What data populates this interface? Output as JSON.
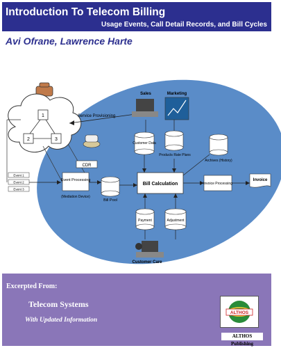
{
  "header": {
    "title": "Introduction To Telecom Billing",
    "subtitle": "Usage Events, Call Detail Records, and Bill Cycles"
  },
  "authors": "Avi Ofrane, Lawrence Harte",
  "diagram": {
    "labels": {
      "sales": "Sales",
      "marketing": "Marketing",
      "service_provisioning": "Service Provisioning",
      "customer_data": "Customer Data",
      "products_rate_plans": "Products Rate Plans",
      "archives": "Archives (History)",
      "cdr": "CDR",
      "event_processing": "Event Processing",
      "mediation": "(Mediation Device)",
      "bill_pool": "Bill Pool",
      "bill_calculation": "Bill Calculation",
      "invoice_processing": "Invoice Processing",
      "invoice": "Invoice",
      "payment": "Payment",
      "adjustment": "Adjustment",
      "customer_care": "Customer Care"
    },
    "events": [
      "Event 1",
      "Event 2",
      "Event 3"
    ],
    "network_nodes": [
      "1",
      "2",
      "3"
    ],
    "colors": {
      "ellipse": "#5a8cc8",
      "header": "#2c2f8f",
      "footer": "#8a76b8"
    }
  },
  "footer": {
    "excerpted_from": "Excerpted From:",
    "book_title": "Telecom Systems",
    "updated": "With Updated Information",
    "publisher": "ALTHOS Publishing",
    "logo_text": "ALTHOS"
  }
}
